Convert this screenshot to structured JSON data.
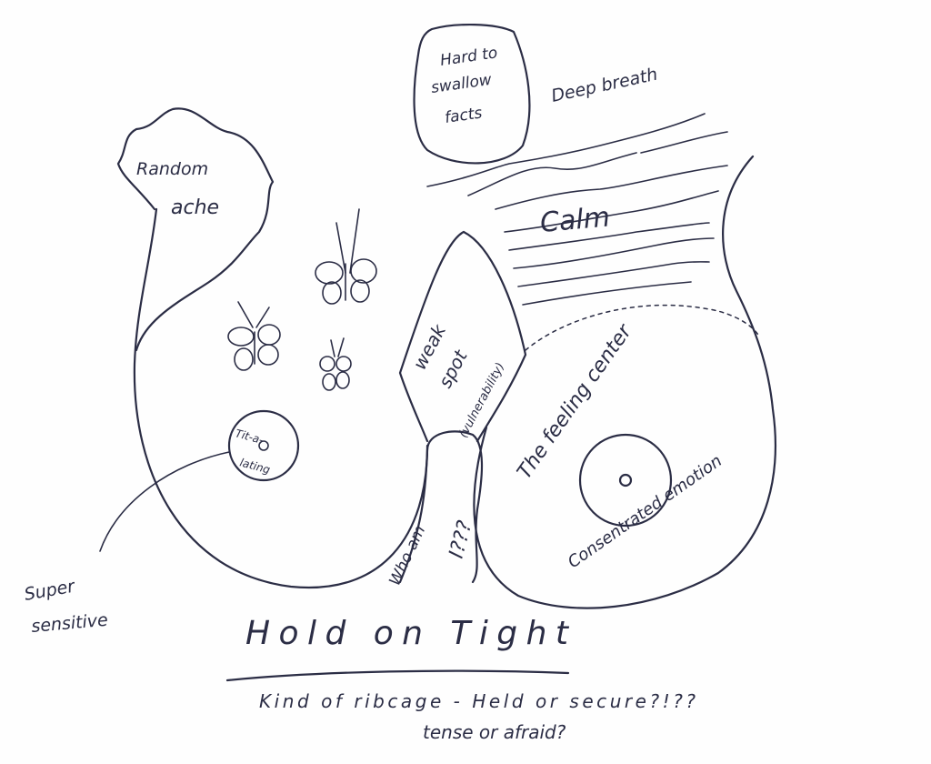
{
  "labels": {
    "hard_to_swallow": [
      "Hard to",
      "swallow",
      "facts"
    ],
    "deep_breath": "Deep breath",
    "random_ache": [
      "Random",
      "ache"
    ],
    "calm": "Calm",
    "weak_spot": [
      "weak",
      "spot",
      "(vulnerability)"
    ],
    "feeling_center": "The feeling center",
    "concentrated_emotion": "Consentrated emotion",
    "titillating": [
      "Tit-a-",
      "lating"
    ],
    "who_am_i": [
      "Who am",
      "I???"
    ],
    "super_sensitive": [
      "Super",
      "sensitive"
    ],
    "hold_on_tight": "Hold on Tight",
    "ribcage": "Kind of ribcage - Held or secure?!??",
    "tense": "tense or afraid?"
  },
  "colors": {
    "ink": "#2b2d45",
    "paper": "#fefefe"
  }
}
